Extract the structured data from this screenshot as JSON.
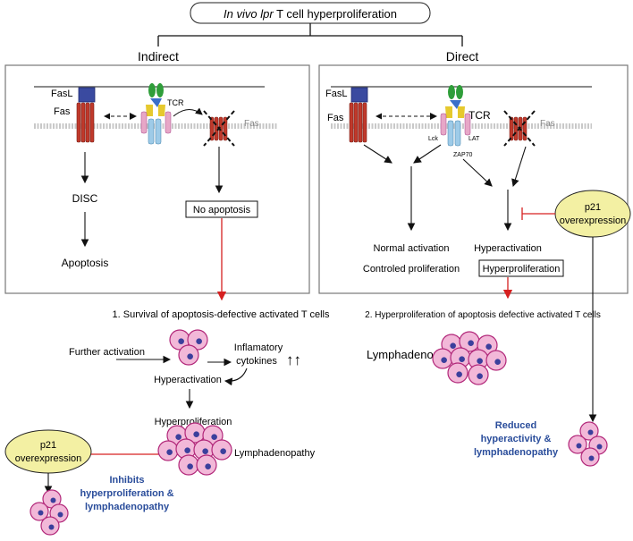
{
  "title": {
    "italic": "In vivo lpr",
    "rest": " T cell hyperproliferation"
  },
  "headings": {
    "indirect": "Indirect",
    "direct": "Direct"
  },
  "molecules": {
    "fasl": "FasL",
    "fas": "Fas",
    "tcr": "TCR",
    "fas_mutant": "Fas",
    "lck": "Lck",
    "lat": "LAT",
    "zap70": "ZAP70"
  },
  "indirect": {
    "disc": "DISC",
    "apoptosis": "Apoptosis",
    "no_apoptosis": "No apoptosis",
    "survival": "1. Survival of apoptosis-defective activated T cells",
    "further_activation": "Further activation",
    "inflammatory_1": "Inflamatory",
    "inflammatory_2": "cytokines",
    "up_arrows": "↑↑",
    "hyperactivation": "Hyperactivation",
    "hyperproliferation": "Hyperproliferation",
    "lymphadenopathy": "Lymphadenopathy",
    "p21_line1": "p21",
    "p21_line2": "overexpression",
    "inhibits_1": "Inhibits",
    "inhibits_2": "hyperproliferation &",
    "inhibits_3": "lymphadenopathy"
  },
  "direct": {
    "normal_activation": "Normal activation",
    "controlled_proliferation": "Controled proliferation",
    "hyperactivation": "Hyperactivation",
    "hyperproliferation": "Hyperproliferation",
    "hyperproliferation_defective": "2. Hyperproliferation of apoptosis defective activated T cells",
    "lymphadenopathy": "Lymphadenopathy",
    "p21_line1": "p21",
    "p21_line2": "overexpression",
    "reduced_1": "Reduced",
    "reduced_2": "hyperactivity &",
    "reduced_3": "lymphadenopathy"
  },
  "colors": {
    "accent_blue": "#2a4d9b",
    "red_arrow": "#d62020",
    "p21_fill": "#f3f0a3",
    "cell_fill": "#f2b8d8",
    "cell_stroke": "#b2287a",
    "nucleus": "#3b3f9c",
    "fas_red": "#c0392b",
    "fasl_blue": "#3a4aa0",
    "tcr_green": "#2f9e3a",
    "tcr_yellow": "#e6c92e",
    "membrane": "#bdbdbd"
  }
}
